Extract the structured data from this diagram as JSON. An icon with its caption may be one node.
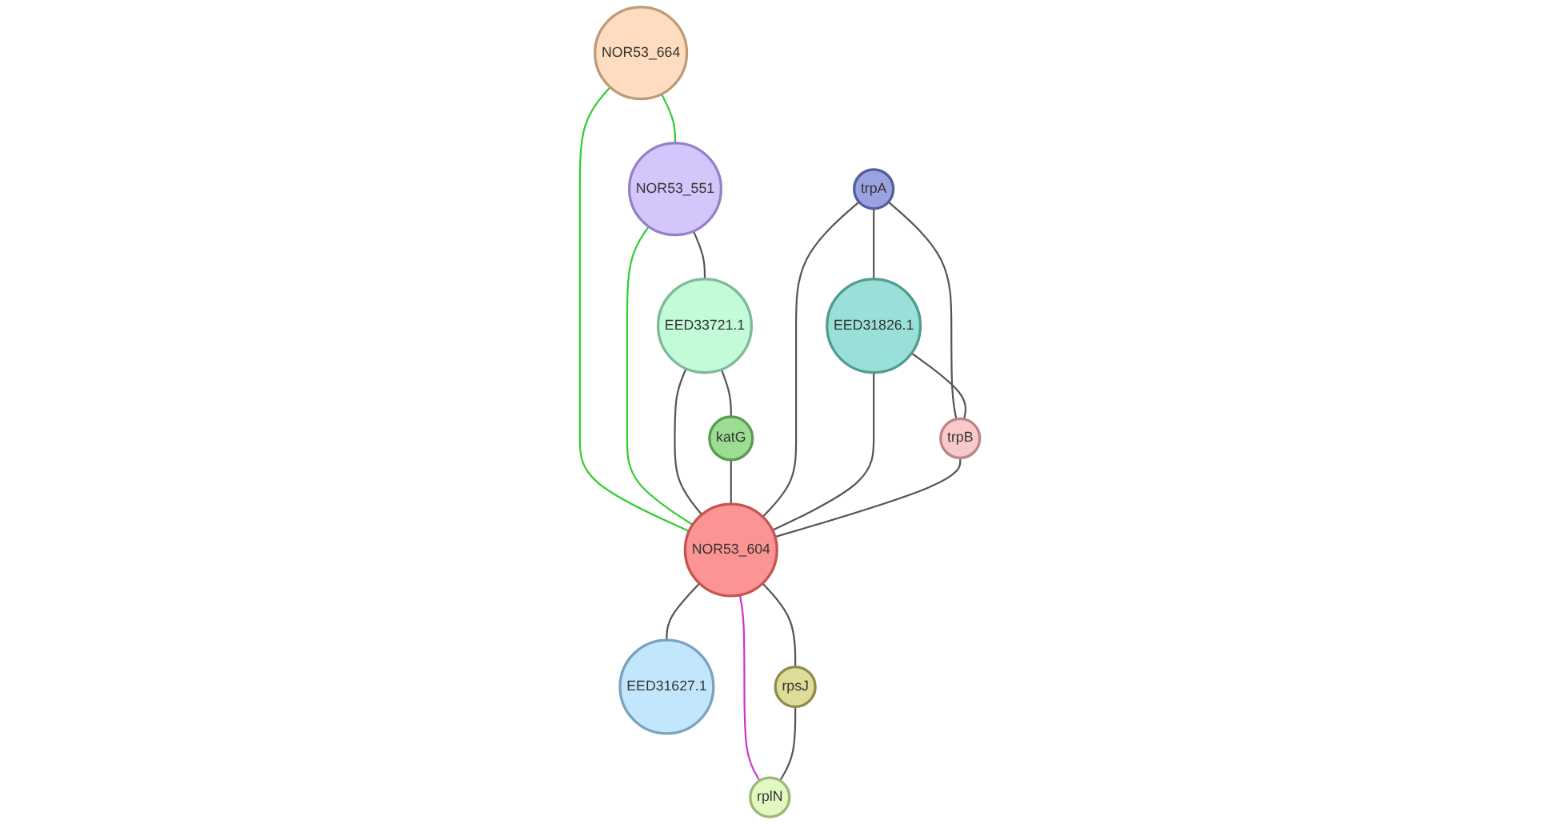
{
  "diagram": {
    "nodes": [
      {
        "text": [
          "NOR53_664"
        ]
      },
      {
        "text": [
          "NOR53_551"
        ]
      },
      {
        "text": [
          "EED33721.1"
        ]
      },
      {
        "text": [
          "trpA"
        ]
      },
      {
        "text": [
          "katG"
        ]
      },
      {
        "text": [
          "EED31826.1"
        ]
      },
      {
        "text": [
          "NOR53_604"
        ]
      },
      {
        "text": [
          "trpB"
        ]
      },
      {
        "text": [
          "EED31627.1"
        ]
      },
      {
        "text": [
          "rpsJ"
        ]
      },
      {
        "text": [
          "rplN"
        ]
      }
    ],
    "edges": [
      {
        "from": 0,
        "to": 1,
        "arrow": "none",
        "color": "#33cc33"
      },
      {
        "from": 0,
        "to": 6,
        "arrow": "none",
        "color": "#33cc33"
      },
      {
        "from": 1,
        "to": 6,
        "arrow": "none",
        "color": "#33cc33"
      },
      {
        "from": 1,
        "to": 2,
        "arrow": "none"
      },
      {
        "from": 2,
        "to": 6,
        "arrow": "none"
      },
      {
        "from": 2,
        "to": 4,
        "arrow": "none"
      },
      {
        "from": 4,
        "to": 6,
        "arrow": "none"
      },
      {
        "from": 3,
        "to": 5,
        "arrow": "none"
      },
      {
        "from": 3,
        "to": 6,
        "arrow": "none"
      },
      {
        "from": 3,
        "to": 7,
        "arrow": "none"
      },
      {
        "from": 5,
        "to": 7,
        "arrow": "none"
      },
      {
        "from": 5,
        "to": 6,
        "arrow": "none"
      },
      {
        "from": 7,
        "to": 6,
        "arrow": "none"
      },
      {
        "from": 6,
        "to": 9,
        "arrow": "none"
      },
      {
        "from": 6,
        "to": 10,
        "arrow": "none",
        "color": "#cc33cc"
      },
      {
        "from": 6,
        "to": 8,
        "arrow": "none"
      },
      {
        "from": 9,
        "to": 10,
        "arrow": "none"
      }
    ]
  }
}
